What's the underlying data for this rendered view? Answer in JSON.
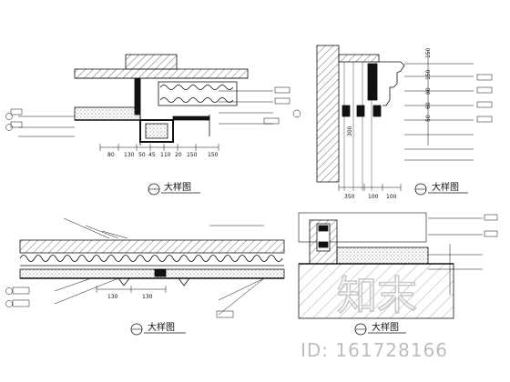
{
  "detail_titles": {
    "top_left": "大样图",
    "top_right": "大样图",
    "bottom_left": "大样图",
    "bottom_right": "大样图"
  },
  "dimensions": {
    "top_left": [
      "80",
      "130",
      "50",
      "45",
      "110",
      "20",
      "150",
      "150"
    ],
    "top_right": [
      "150",
      "350",
      "100",
      "100",
      "150",
      "80",
      "60",
      "50",
      "300"
    ],
    "bottom_left": [
      "130",
      "130"
    ]
  },
  "watermark": {
    "logo_text": "知末",
    "id_text": "ID: 161728166"
  },
  "colors": {
    "line": "#111111",
    "hatch": "#333333",
    "watermark": "#c9c9c9"
  }
}
